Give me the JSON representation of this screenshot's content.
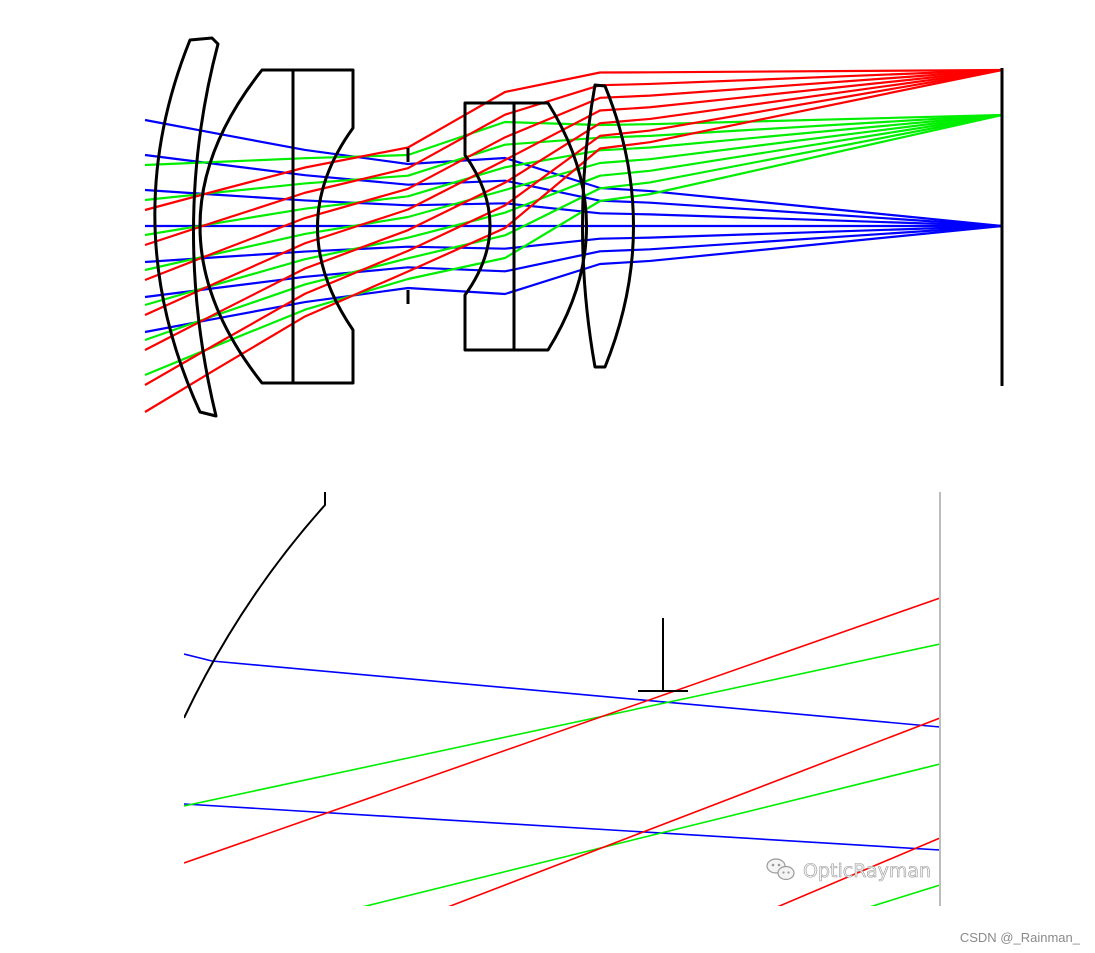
{
  "diagram": {
    "overview": {
      "element_count": 4,
      "field_count": 3,
      "rays_per_field": 7
    },
    "zoom": {
      "element_edge": "front lens edge",
      "has_stop_marker": true
    },
    "colors": {
      "field_axis": "#0000ff",
      "field_mid": "#00ee00",
      "field_edge": "#ff0000",
      "lens_outline": "#000000",
      "image_plane": "#000000",
      "zoom_frame": "#bdbdbd"
    }
  },
  "watermark": {
    "icon": "wechat-icon",
    "text": "OpticRayman"
  },
  "credit": "CSDN @_Rainman_"
}
